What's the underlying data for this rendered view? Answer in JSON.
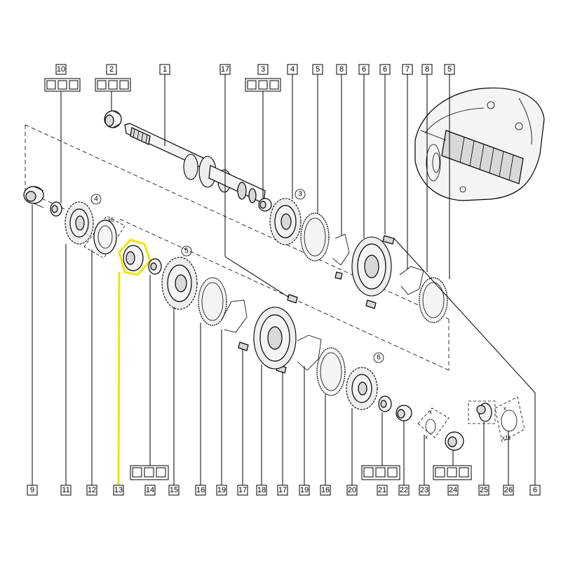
{
  "top_labels": [
    {
      "text": "10",
      "kind": "kit"
    },
    {
      "text": "2",
      "kind": "kit"
    },
    {
      "text": "1",
      "kind": "plain"
    },
    {
      "text": "17",
      "kind": "plain"
    },
    {
      "text": "3",
      "kind": "kit"
    },
    {
      "text": "4",
      "kind": "plain"
    },
    {
      "text": "5",
      "kind": "plain"
    },
    {
      "text": "8",
      "kind": "plain"
    },
    {
      "text": "6",
      "kind": "plain"
    },
    {
      "text": "6",
      "kind": "plain"
    },
    {
      "text": "7",
      "kind": "plain"
    },
    {
      "text": "8",
      "kind": "plain"
    },
    {
      "text": "5",
      "kind": "plain"
    }
  ],
  "bottom_labels": [
    {
      "text": "9",
      "kind": "plain"
    },
    {
      "text": "11",
      "kind": "plain"
    },
    {
      "text": "12",
      "kind": "plain"
    },
    {
      "text": "13",
      "kind": "plain",
      "highlighted": true
    },
    {
      "text": "14",
      "kind": "kit"
    },
    {
      "text": "15",
      "kind": "plain"
    },
    {
      "text": "16",
      "kind": "plain"
    },
    {
      "text": "19",
      "kind": "plain"
    },
    {
      "text": "17",
      "kind": "plain"
    },
    {
      "text": "18",
      "kind": "plain"
    },
    {
      "text": "17",
      "kind": "plain"
    },
    {
      "text": "19",
      "kind": "plain"
    },
    {
      "text": "16",
      "kind": "plain"
    },
    {
      "text": "20",
      "kind": "plain"
    },
    {
      "text": "21",
      "kind": "kit"
    },
    {
      "text": "22",
      "kind": "plain"
    },
    {
      "text": "23",
      "kind": "plain"
    },
    {
      "text": "24",
      "kind": "kit"
    },
    {
      "text": "25",
      "kind": "plain"
    },
    {
      "text": "26",
      "kind": "plain"
    },
    {
      "text": "6",
      "kind": "plain"
    }
  ],
  "gear_marks": [
    "4",
    "3",
    "5",
    "6"
  ],
  "qty_marks": [
    "x6",
    "x",
    "x",
    "x",
    "x11"
  ],
  "colors": {
    "highlight": "#f2e400",
    "ink": "#000000"
  }
}
